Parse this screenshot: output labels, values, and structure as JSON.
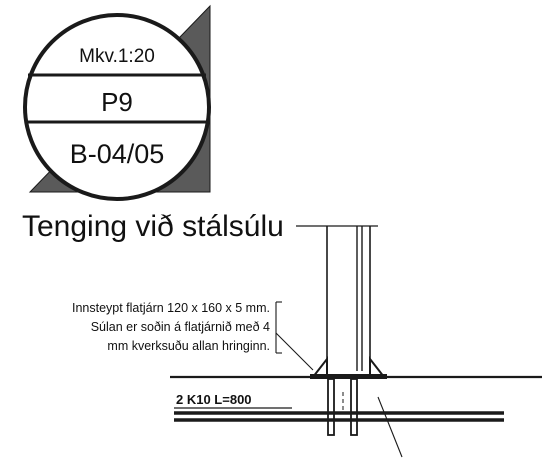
{
  "detail_badge": {
    "scale_label": "Mkv.1:20",
    "detail_id": "P9",
    "sheet_ref": "B-04/05"
  },
  "detail_title": "Tenging við stálsúlu",
  "annotations": {
    "plate_note_line1": "Innsteypt flatjárn 120 x 160 x 5 mm.",
    "plate_note_line2": "Súlan er soðin á flatjárnið með 4",
    "plate_note_line3": "mm kverksuðu allan hringinn.",
    "rebar_label": "2 K10 L=800"
  },
  "colors": {
    "ink": "#1a1a1a",
    "badge_fill": "#5a5a5a",
    "paper": "#ffffff"
  }
}
